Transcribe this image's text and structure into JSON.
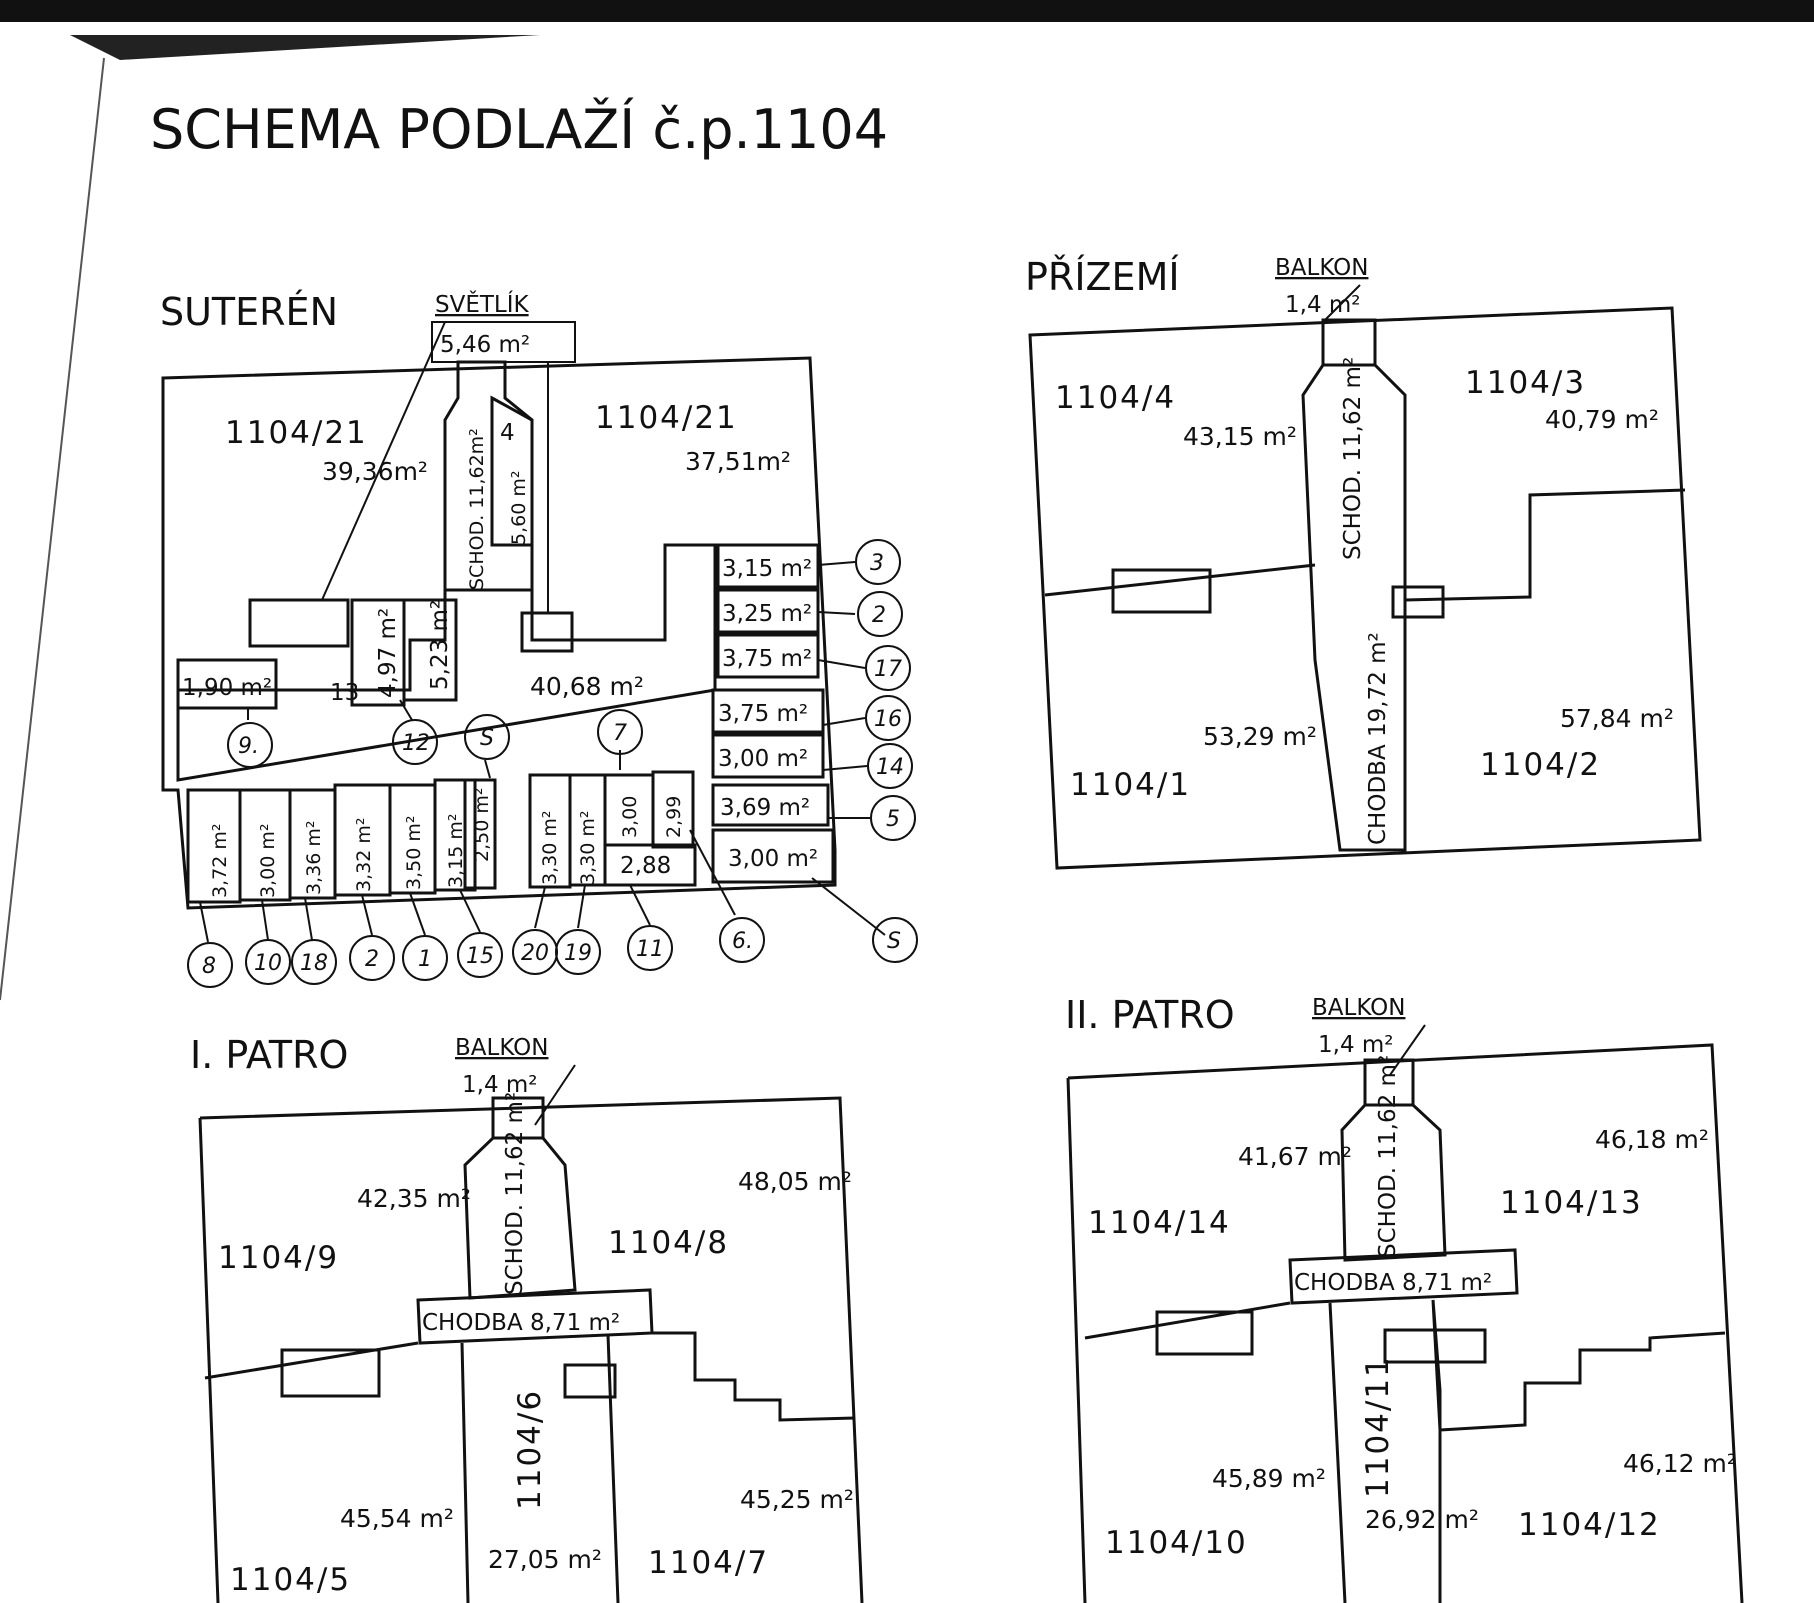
{
  "title": "SCHEMA  PODLAŽÍ  č.p.1104",
  "suteren": {
    "heading": "SUTERÉN",
    "svetlik_label": "SVĚTLÍK",
    "svetlik_area": "5,46 m²",
    "unit_left": "1104/21",
    "unit_left_area": "39,36m²",
    "unit_right": "1104/21",
    "unit_right_area": "37,51m²",
    "stair": "SCHOD. 11,62m²",
    "room4_num": "4",
    "room4_area": "5,60 m²",
    "corridor_area": "40,68 m²",
    "r13_num": "13",
    "r13_area": "4,97 m²",
    "r12_area": "5,23 m²",
    "r9_area": "1,90 m²",
    "right_cells": [
      "3,15 m²",
      "3,25 m²",
      "3,75 m²",
      "3,75 m²",
      "3,00 m²",
      "3,69 m²",
      "3,00 m²"
    ],
    "right_circles": [
      "3",
      "2",
      "17",
      "16",
      "14",
      "5"
    ],
    "bottom_cells": [
      "3,72 m²",
      "3,00 m²",
      "3,36 m²",
      "3,32 m²",
      "3,50 m²",
      "3,15 m²",
      "2,50 m²",
      "3,30 m²",
      "3,30 m²",
      "3,00",
      "2,99",
      "2,88"
    ],
    "bottom_circles": [
      "8",
      "10",
      "18",
      "2",
      "1",
      "15",
      "20",
      "19",
      "11",
      "6.",
      "S"
    ],
    "mid_circles": [
      "9.",
      "12",
      "S",
      "7"
    ]
  },
  "prizemi": {
    "heading": "PŘÍZEMÍ",
    "balkon": "BALKON",
    "balkon_area": "1,4 m²",
    "u4": "1104/4",
    "u4_area": "43,15 m²",
    "u3": "1104/3",
    "u3_area": "40,79 m²",
    "stair": "SCHOD. 11,62 m²",
    "chodba": "CHODBA 19,72 m²",
    "u1": "1104/1",
    "u1_area": "53,29 m²",
    "u2": "1104/2",
    "u2_area": "57,84 m²"
  },
  "patro1": {
    "heading": "I. PATRO",
    "balkon": "BALKON",
    "balkon_area": "1,4 m²",
    "u9": "1104/9",
    "u9_area": "42,35 m²",
    "u8": "1104/8",
    "u8_area": "48,05 m²",
    "stair": "SCHOD. 11,62 m²",
    "chodba": "CHODBA 8,71 m²",
    "u6": "1104/6",
    "u6_area": "27,05 m²",
    "u5": "1104/5",
    "u5_area": "45,54 m²",
    "u7": "1104/7",
    "u7_area": "45,25 m²"
  },
  "patro2": {
    "heading": "II. PATRO",
    "balkon": "BALKON",
    "balkon_area": "1,4 m²",
    "u14": "1104/14",
    "u14_area": "41,67 m²",
    "u13": "1104/13",
    "u13_area": "46,18 m²",
    "stair": "SCHOD. 11,62 m²",
    "chodba": "CHODBA 8,71 m²",
    "u11": "1104/11",
    "u11_area": "26,92 m²",
    "u10": "1104/10",
    "u10_area": "45,89 m²",
    "u12": "1104/12",
    "u12_area": "46,12 m²"
  }
}
